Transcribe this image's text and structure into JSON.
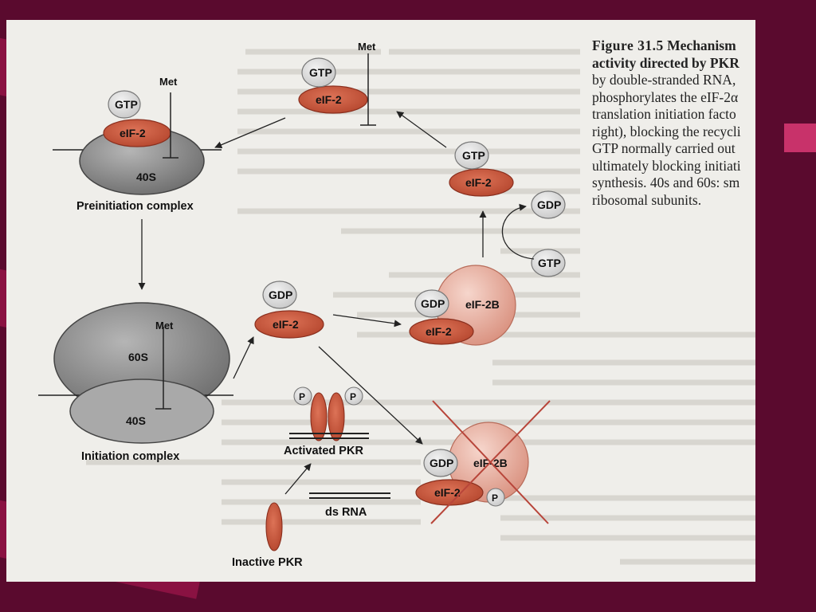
{
  "caption": {
    "figure_label": "Figure 31.5",
    "title_line1": "Mechanism",
    "title_line2": "activity directed by PKR",
    "line3": "by double-stranded RNA,",
    "line4": "phosphorylates the eIF-2α",
    "line5": "translation initiation facto",
    "line6": "right), blocking the recycli",
    "line7": "GTP normally carried out",
    "line8": "ultimately blocking initiati",
    "line9": "synthesis. 40s and 60s: sm",
    "line10": "ribosomal subunits."
  },
  "labels": {
    "met": "Met",
    "gtp": "GTP",
    "gdp": "GDP",
    "eif2": "eIF-2",
    "eif2b": "eIF-2B",
    "s40": "40S",
    "s60": "60S",
    "p": "P",
    "preinitiation": "Preinitiation complex",
    "initiation": "Initiation complex",
    "activated_pkr": "Activated PKR",
    "ds_rna": "ds RNA",
    "inactive_pkr": "Inactive PKR"
  },
  "colors": {
    "background": "#5a0a2e",
    "page": "#efeeea",
    "eif2_fill": "#c4553a",
    "eif2b_fill": "#e7aea0",
    "ribosome_fill": "#8b8b8b",
    "gtp_fill": "#dcdcdc",
    "cross": "#b8453a"
  }
}
